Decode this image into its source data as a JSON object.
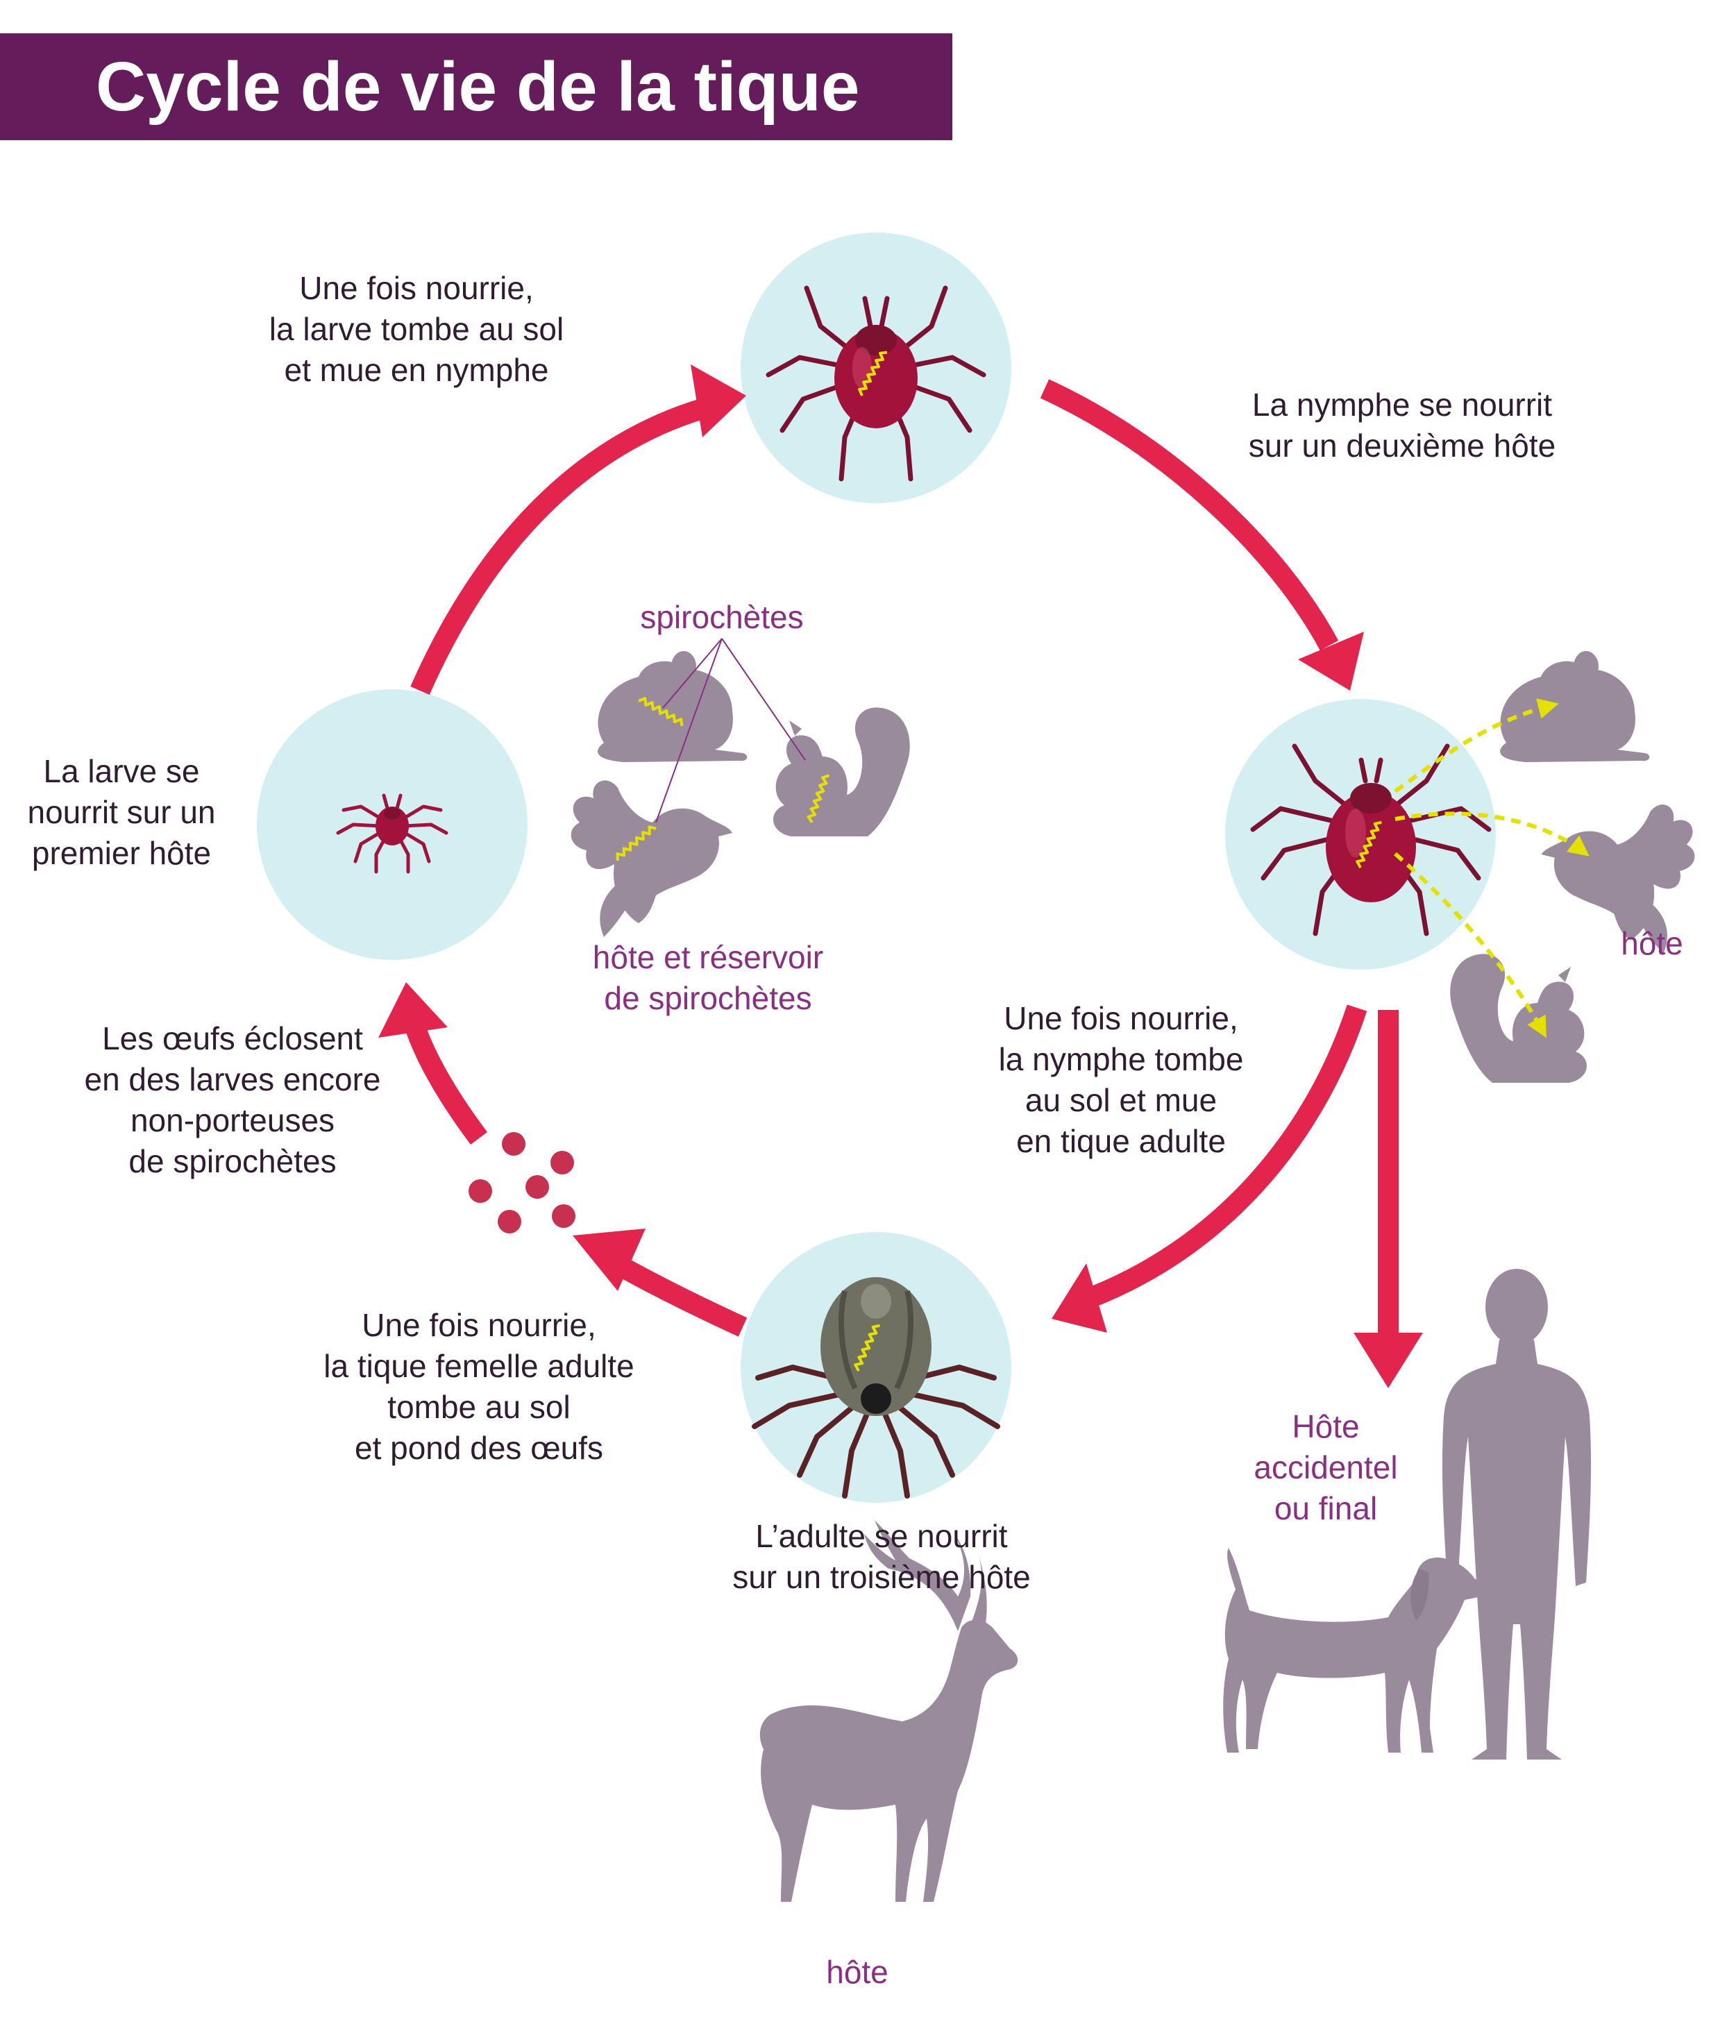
{
  "title": "Cycle de vie de la tique",
  "colors": {
    "title_bg": "#641d5a",
    "title_text": "#ffffff",
    "arrow": "#e3254e",
    "circle": "#d3eff2",
    "silhouette": "#9a8b9c",
    "tick_red": "#a3123a",
    "tick_adult": "#6f6f62",
    "spirochete": "#e4e000",
    "label_plum": "#8a2e83",
    "text": "#2f1c30"
  },
  "stages": {
    "larva_molts": [
      "Une fois nourrie,",
      "la larve tombe au sol",
      "et mue en nymphe"
    ],
    "nymph_feeds": [
      "La nymphe se nourrit",
      "sur un deuxième hôte"
    ],
    "larva_feeds": [
      "La larve se",
      "nourrit sur un",
      "premier hôte"
    ],
    "nymph_molts": [
      "Une fois nourrie,",
      "la nymphe tombe",
      "au sol et mue",
      "en tique adulte"
    ],
    "eggs_hatch": [
      "Les œufs éclosent",
      "en des larves encore",
      "non-porteuses",
      "de spirochètes"
    ],
    "female_lays": [
      "Une fois nourrie,",
      "la tique femelle adulte",
      "tombe au sol",
      "et pond des œufs"
    ],
    "adult_feeds": [
      "L’adulte se nourrit",
      "sur un troisième hôte"
    ]
  },
  "reservoir": {
    "spirochetes_label": "spirochètes",
    "reservoir_label": [
      "hôte et réservoir",
      "de spirochètes"
    ]
  },
  "hosts": {
    "second_host_label": "hôte",
    "third_host_label": "hôte",
    "accidental_label": [
      "Hôte",
      "accidentel",
      "ou final"
    ]
  },
  "icons": [
    "larva-tick-icon",
    "nymph-tick-icon",
    "engorged-nymph-tick-icon",
    "adult-female-tick-icon",
    "tick-eggs-icon",
    "mouse-icon",
    "bird-icon",
    "squirrel-icon",
    "deer-icon",
    "dog-icon",
    "human-icon",
    "spirochete-icon"
  ]
}
